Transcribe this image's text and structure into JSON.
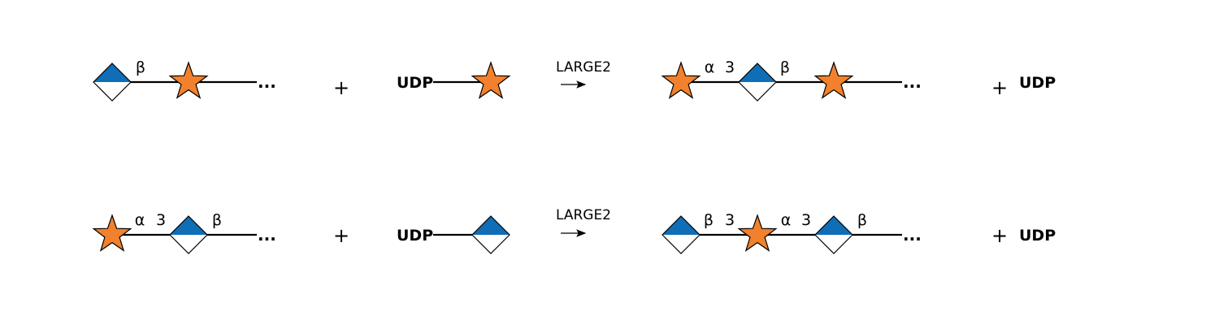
{
  "colors": {
    "star": "#f1812c",
    "diamond_blue": "#0f6eb5",
    "outline": "#000000"
  },
  "symbols": {
    "star": "orange-star",
    "diamond": "half-blue-diamond"
  },
  "reactions": [
    {
      "substrate": {
        "linkages": [
          "β"
        ],
        "continuation": "..."
      },
      "plus": "+",
      "donor": "UDP",
      "enzyme": "LARGE2",
      "arrow": "→",
      "product": {
        "linkages": [
          "α",
          "3",
          "β"
        ],
        "continuation": "..."
      },
      "plus2": "+",
      "byproduct": "UDP"
    },
    {
      "substrate": {
        "linkages": [
          "α",
          "3",
          "β"
        ],
        "continuation": "..."
      },
      "plus": "+",
      "donor": "UDP",
      "enzyme": "LARGE2",
      "arrow": "→",
      "product": {
        "linkages": [
          "β",
          "3",
          "α",
          "3",
          "β"
        ],
        "continuation": "..."
      },
      "plus2": "+",
      "byproduct": "UDP"
    }
  ]
}
